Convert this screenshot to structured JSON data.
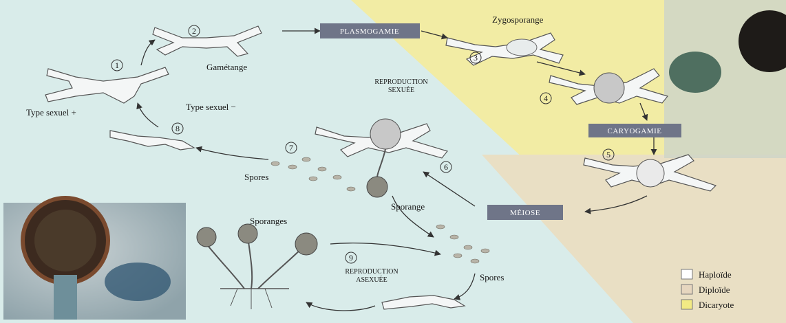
{
  "labels": {
    "gametange": "Gamétange",
    "type_plus": "Type sexuel +",
    "type_minus": "Type sexuel −",
    "zygosporange": "Zygosporange",
    "repro_sexuee_1": "REPRODUCTION",
    "repro_sexuee_2": "SEXUÉE",
    "spores_left": "Spores",
    "sporange": "Sporange",
    "sporanges": "Sporanges",
    "spores_right": "Spores",
    "repro_asexuee_1": "REPRODUCTION",
    "repro_asexuee_2": "ASEXUÉE"
  },
  "boxes": {
    "plasmogamie": "PLASMOGAMIE",
    "caryogamie": "CARYOGAMIE",
    "meiose": "MÉIOSE"
  },
  "steps": [
    "1",
    "2",
    "3",
    "4",
    "5",
    "6",
    "7",
    "8",
    "9"
  ],
  "legend": [
    {
      "label": "Haploïde",
      "color": "#ffffff"
    },
    {
      "label": "Diploïde",
      "color": "#e6d6bf"
    },
    {
      "label": "Dicaryote",
      "color": "#f2ea84"
    }
  ],
  "colors": {
    "haploid_bg": "#d9ecea",
    "dikaryon_bg": "#f2eca4",
    "diploid_bg": "#e9dfc4",
    "box": "#6f7588"
  }
}
